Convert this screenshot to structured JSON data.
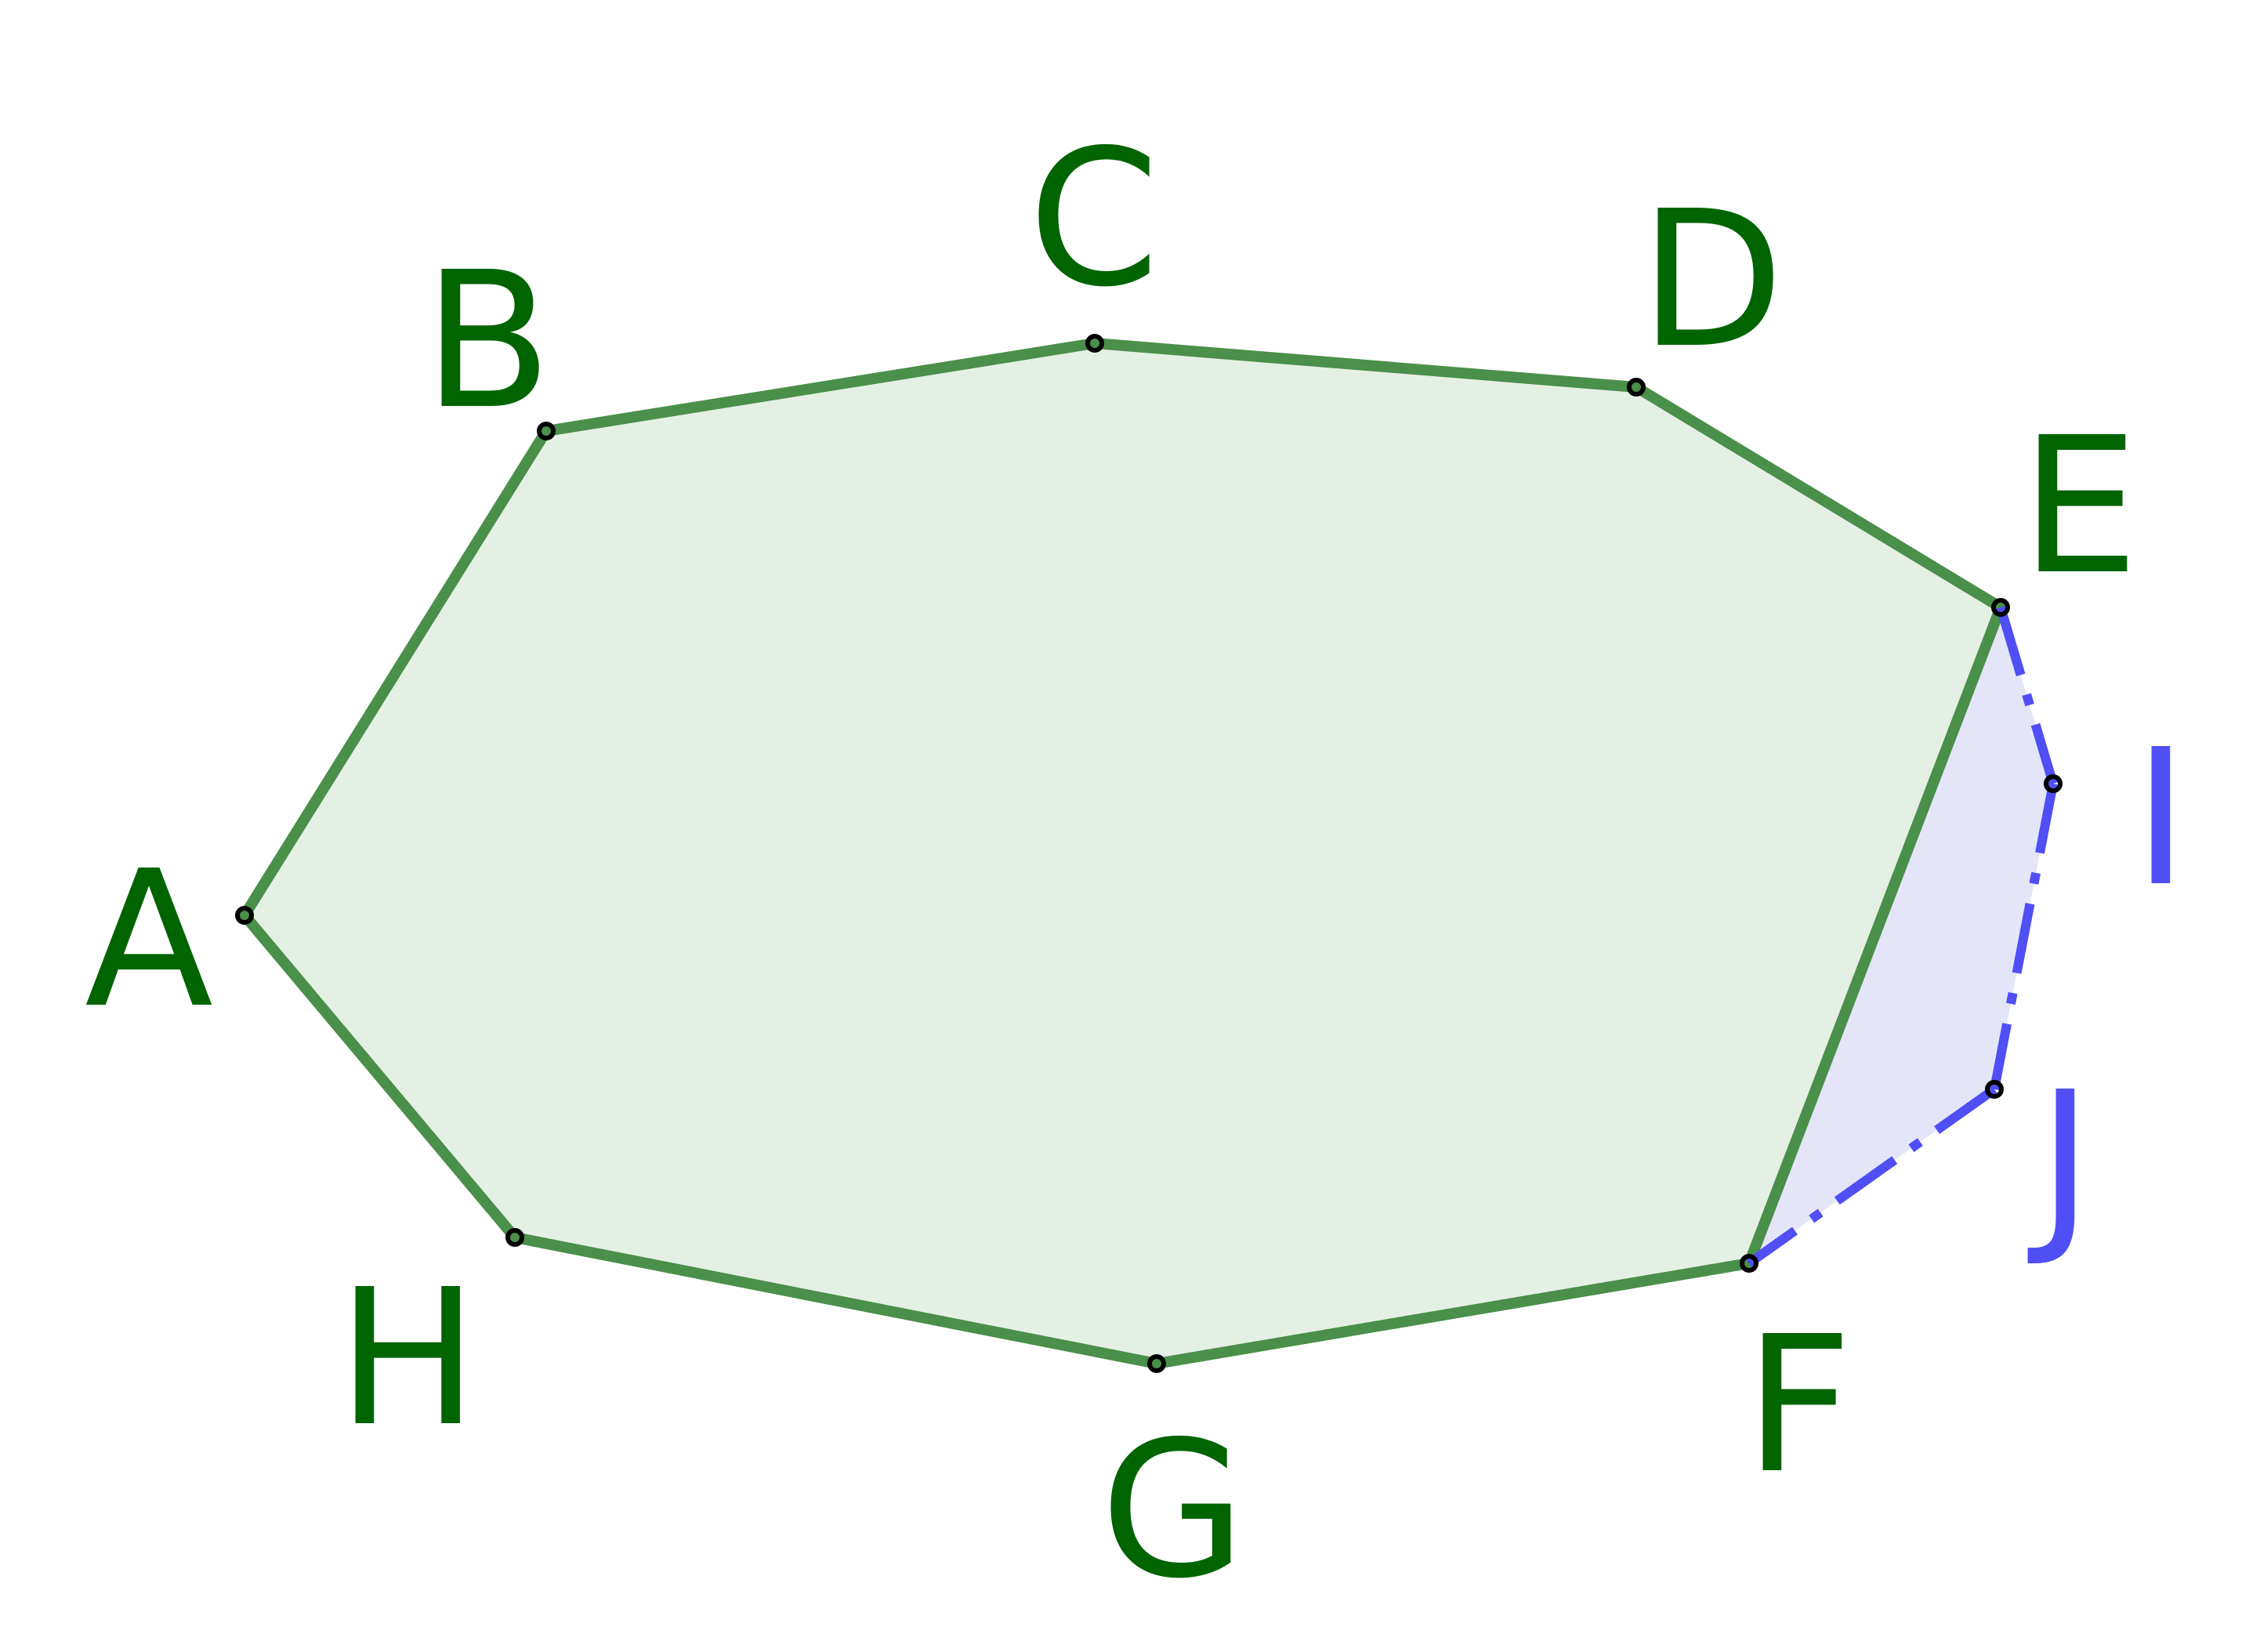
{
  "colors": {
    "green_fill": "#e5f0e5",
    "green_stroke": "#4a8f4a",
    "green_label": "#006400",
    "blue_fill": "#e5e5fa",
    "blue_stroke": "#4f4ff5",
    "blue_label": "#4f4ff5",
    "point_stroke": "#000000"
  },
  "points": [
    {
      "name": "A",
      "group": "green"
    },
    {
      "name": "B",
      "group": "green"
    },
    {
      "name": "C",
      "group": "green"
    },
    {
      "name": "D",
      "group": "green"
    },
    {
      "name": "E",
      "group": "green"
    },
    {
      "name": "F",
      "group": "green"
    },
    {
      "name": "G",
      "group": "green"
    },
    {
      "name": "H",
      "group": "green"
    },
    {
      "name": "I",
      "group": "blue"
    },
    {
      "name": "J",
      "group": "blue"
    }
  ],
  "polygons": [
    {
      "name": "ABCDEFGH",
      "vertices": [
        "A",
        "B",
        "C",
        "D",
        "E",
        "F",
        "G",
        "H"
      ],
      "group": "green",
      "style": "solid"
    },
    {
      "name": "EIJF",
      "vertices": [
        "E",
        "I",
        "J",
        "F"
      ],
      "group": "blue",
      "style": "dash-dot"
    }
  ]
}
